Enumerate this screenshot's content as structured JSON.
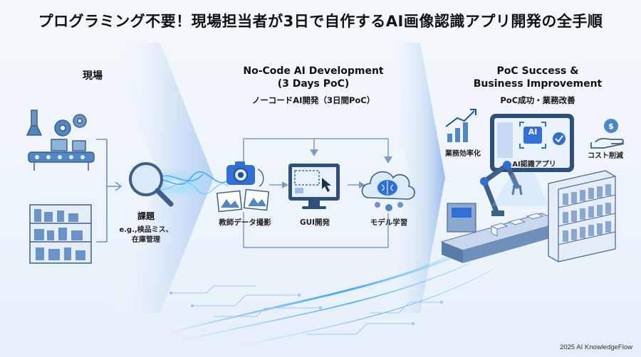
{
  "header": {
    "title": "プログラミング不要！現場担当者が3日で自作するAI画像認識アプリ開発の全手順"
  },
  "left_section": {
    "title": "現場",
    "issue_label": "課題",
    "issue_example_line1": "e.g.,検品ミス、",
    "issue_example_line2": "在庫管理"
  },
  "middle_section": {
    "title_line1": "No-Code AI Development",
    "title_line2": "(3 Days PoC)",
    "subtitle": "ノーコードAI開発（3日間PoC）",
    "steps": [
      {
        "label": "教師データ撮影",
        "icon": "camera-photos-icon"
      },
      {
        "label": "GUI開発",
        "icon": "monitor-cursor-icon"
      },
      {
        "label": "モデル学習",
        "icon": "brain-cloud-icon"
      }
    ]
  },
  "right_section": {
    "title_line1": "PoC Success &",
    "title_line2": "Business Improvement",
    "subtitle": "PoC成功・業務改善",
    "efficiency_label": "業務効率化",
    "cost_label": "コスト削減",
    "app_label": "AI認識アプリ",
    "app_icon_text": "AI"
  },
  "footer": {
    "copyright": "2025 AI KnowledgeFlow"
  },
  "colors": {
    "accent_blue": "#2f6fd6",
    "icon_blue": "#4f86c6",
    "chevron_light": "#cfe0f6",
    "glow": "#8fd0ff"
  }
}
